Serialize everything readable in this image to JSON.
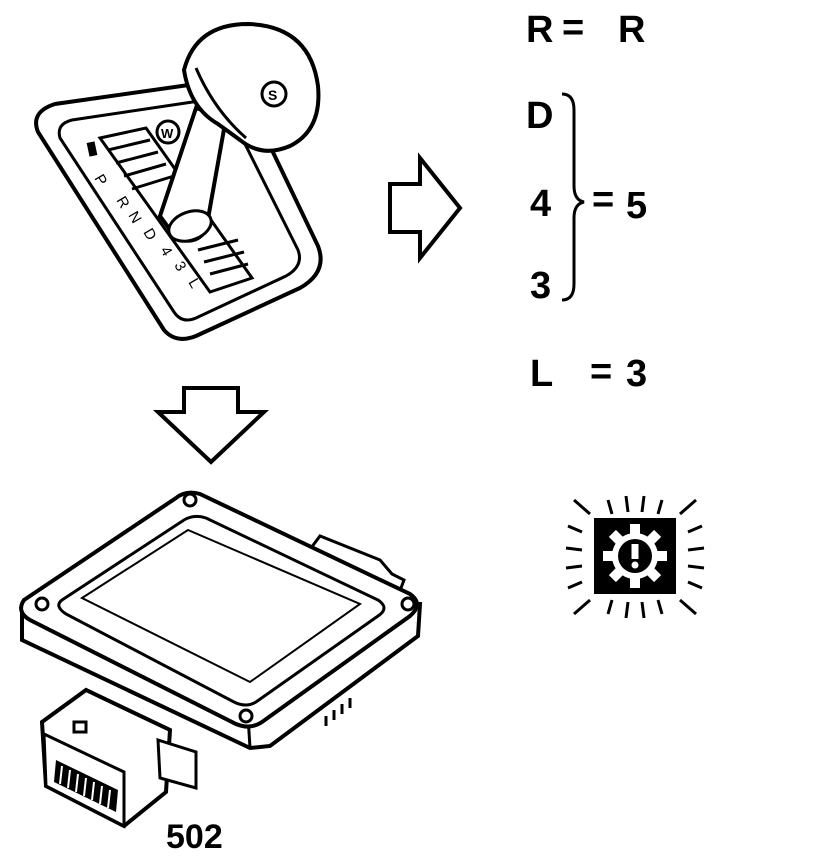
{
  "mapping": {
    "r_left": "R",
    "r_eq": "=",
    "r_right": "R",
    "d": "D",
    "four": "4",
    "three": "3",
    "group_eq": "=",
    "group_value": "5",
    "l_left": "L",
    "l_eq": "=",
    "l_value": "3"
  },
  "shifter": {
    "knob_badge": "S",
    "mode_badge": "W",
    "gates": [
      "P",
      "R",
      "N",
      "D",
      "4",
      "3",
      "L"
    ]
  },
  "module": {
    "part_number": "502"
  },
  "icons": {
    "warning": "transmission-warning-icon",
    "arrow_right": "arrow-right-icon",
    "arrow_down": "arrow-down-icon"
  }
}
